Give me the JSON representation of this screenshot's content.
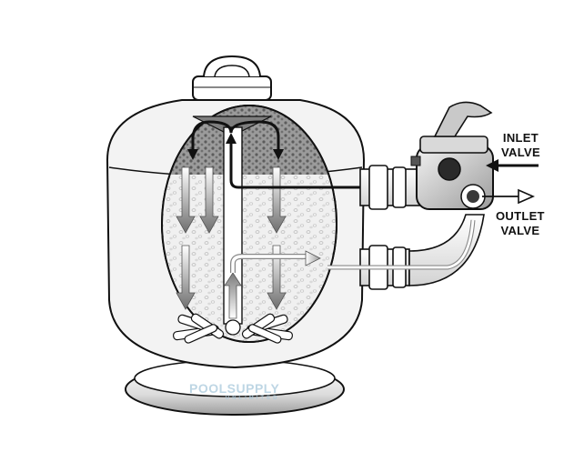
{
  "labels": {
    "inlet_line1": "INLET",
    "inlet_line2": "VALVE",
    "outlet_line1": "OUTLET",
    "outlet_line2": "VALVE"
  },
  "watermark": {
    "text": "POOLSUPPLY",
    "subtitle": "UNLIMITED"
  },
  "colors": {
    "ink": "#111111",
    "tank_fill": "#f1f1f1",
    "sand": "#e9e9e9",
    "gravel_dark": "#8a8a8a",
    "flow_arrow": "#9a9a9a",
    "watermark": "#a9c9dc"
  }
}
